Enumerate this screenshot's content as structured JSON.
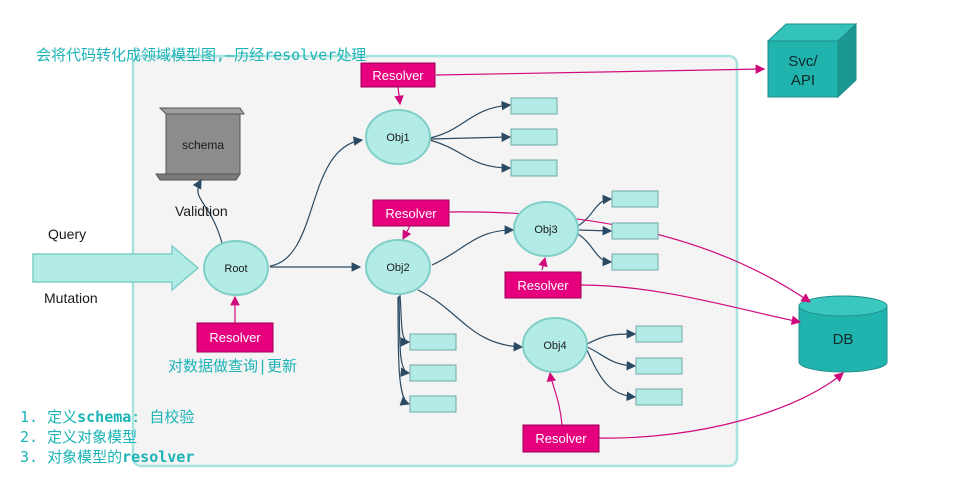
{
  "header": {
    "text": "会将代码转化成领域模型图,—历经resolver处理"
  },
  "labels": {
    "schema": "schema",
    "validation": "Validtion",
    "query": "Query",
    "mutation": "Mutation",
    "root": "Root",
    "obj1": "Obj1",
    "obj2": "Obj2",
    "obj3": "Obj3",
    "obj4": "Obj4",
    "resolver": "Resolver",
    "svc_line1": "Svc/",
    "svc_line2": "API",
    "db": "DB",
    "crud_note": "对数据做查询|更新"
  },
  "steps": [
    {
      "num": "1.",
      "prefix": "定义",
      "code": "schema",
      "suffix": ": 自校验"
    },
    {
      "num": "2.",
      "prefix": "定义对象模型",
      "code": "",
      "suffix": ""
    },
    {
      "num": "3.",
      "prefix": "对象模型的",
      "code": "resolver",
      "suffix": ""
    }
  ],
  "colors": {
    "teal_fill": "#a8e6e1",
    "teal_stroke": "#7fcfc8",
    "svc_fill": "#21b3ad",
    "resolver_fill": "#e6007e",
    "panel_fill": "#f4f4f4",
    "panel_stroke": "#a7e3df",
    "edge_dark": "#2a4a63",
    "edge_magenta": "#d10a7b",
    "annotation_text": "#1bb3b6"
  }
}
